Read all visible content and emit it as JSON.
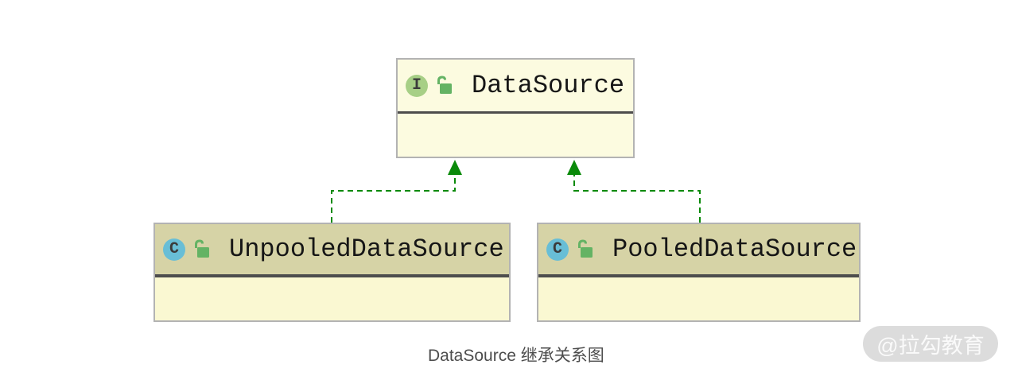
{
  "diagram": {
    "title_node": {
      "name": "DataSource",
      "kind": "interface",
      "icon_letter": "I",
      "visibility": "public-unlocked"
    },
    "nodes": [
      {
        "name": "DataSource",
        "kind": "interface",
        "icon_letter": "I",
        "visibility": "public-unlocked"
      },
      {
        "name": "UnpooledDataSource",
        "kind": "class",
        "icon_letter": "C",
        "visibility": "public-unlocked"
      },
      {
        "name": "PooledDataSource",
        "kind": "class",
        "icon_letter": "C",
        "visibility": "public-unlocked"
      }
    ],
    "edges": [
      {
        "from": "UnpooledDataSource",
        "to": "DataSource",
        "type": "implements-dashed-arrow"
      },
      {
        "from": "PooledDataSource",
        "to": "DataSource",
        "type": "implements-dashed-arrow"
      }
    ]
  },
  "caption": {
    "text": "DataSource 继承关系图"
  },
  "watermark": {
    "text": "@拉勾教育"
  },
  "colors": {
    "page_bg": "#ffffff",
    "node_border": "#b3b3b3",
    "separator": "#4d4d4d",
    "interface_fill": "#fcfbe0",
    "class_header_fill": "#d6d3a6",
    "class_body_fill": "#faf8d2",
    "icon_interface_bg": "#a7cf86",
    "icon_class_bg": "#68bed6",
    "icon_letter": "#3b3b3b",
    "lock_green": "#64b364",
    "edge_green": "#0a8a0a",
    "name_text": "#161616",
    "caption_text": "#4d4d4d",
    "watermark_bg": "#dcdcdc",
    "watermark_text": "#fafafa"
  }
}
